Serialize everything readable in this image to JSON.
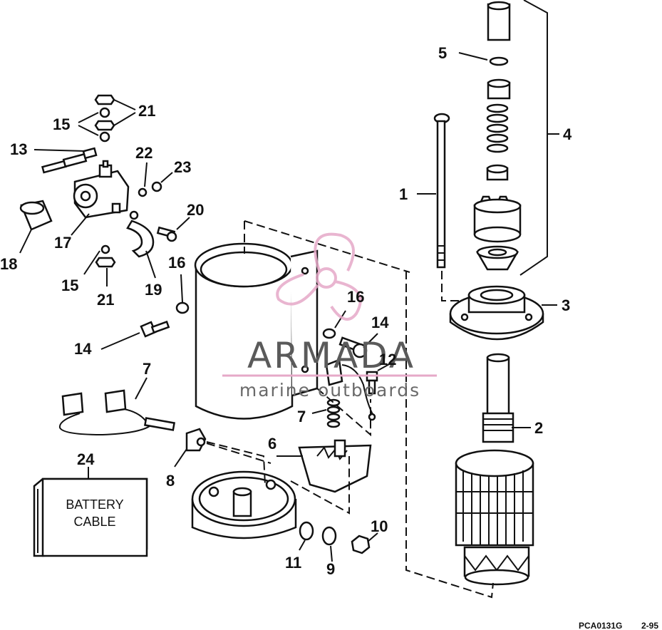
{
  "labels": {
    "1": "1",
    "2": "2",
    "3": "3",
    "4": "4",
    "5": "5",
    "6": "6",
    "7a": "7",
    "7b": "7",
    "8": "8",
    "9": "9",
    "10": "10",
    "11": "11",
    "12": "12",
    "13": "13",
    "14a": "14",
    "14b": "14",
    "15a": "15",
    "15b": "15",
    "16a": "16",
    "16b": "16",
    "17": "17",
    "18": "18",
    "19": "19",
    "20": "20",
    "21a": "21",
    "21b": "21",
    "22": "22",
    "23": "23",
    "24": "24"
  },
  "battery_box": {
    "line1": "BATTERY",
    "line2": "CABLE"
  },
  "watermark": {
    "brand": "ARMADA",
    "tagline": "marine outboards",
    "colors": {
      "logo": "#e6a9c8",
      "text": "#5a5a5a",
      "rule": "#e6a9c8"
    }
  },
  "footer": {
    "code": "PCA0131G",
    "date": "2-95"
  }
}
